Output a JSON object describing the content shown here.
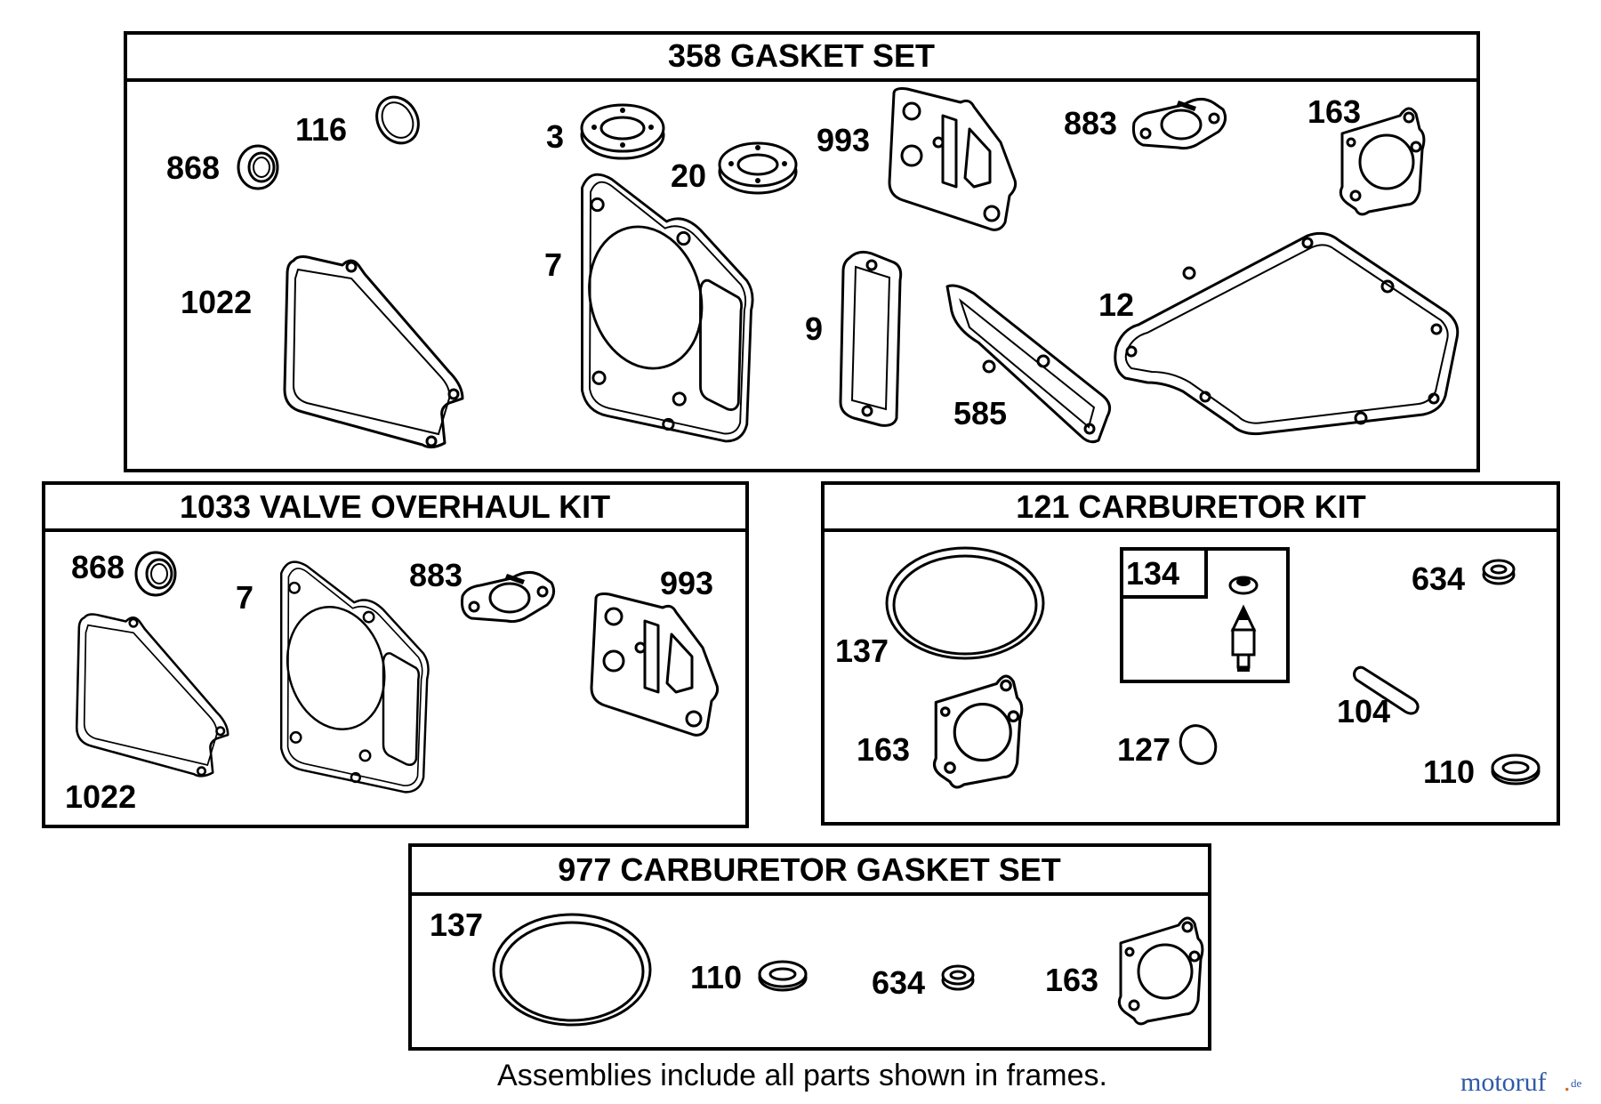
{
  "frames": {
    "gasket_set": {
      "title": "358 GASKET SET",
      "labels": {
        "l868": "868",
        "l116": "116",
        "l3": "3",
        "l20": "20",
        "l993": "993",
        "l883": "883",
        "l163": "163",
        "l1022": "1022",
        "l7": "7",
        "l9": "9",
        "l585": "585",
        "l12": "12"
      }
    },
    "valve_kit": {
      "title": "1033 VALVE OVERHAUL KIT",
      "labels": {
        "l868": "868",
        "l7": "7",
        "l883": "883",
        "l993": "993",
        "l1022": "1022"
      }
    },
    "carb_kit": {
      "title": "121 CARBURETOR KIT",
      "labels": {
        "l134": "134",
        "l137": "137",
        "l634": "634",
        "l104": "104",
        "l163": "163",
        "l127": "127",
        "l110": "110"
      }
    },
    "carb_gasket_set": {
      "title": "977 CARBURETOR  GASKET SET",
      "labels": {
        "l137": "137",
        "l110": "110",
        "l634": "634",
        "l163": "163"
      }
    }
  },
  "footnote": "Assemblies include all parts shown in frames.",
  "watermark": {
    "a": "motoruf",
    "b": ".",
    "c": "de"
  },
  "colors": {
    "line": "#000000",
    "watermark_blue": "#2f59a8",
    "watermark_orange": "#d2691e"
  }
}
